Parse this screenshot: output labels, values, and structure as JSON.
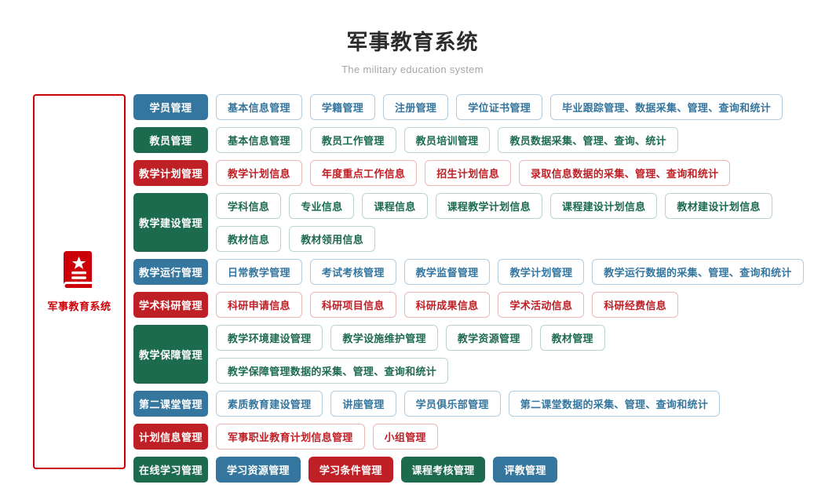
{
  "header": {
    "title": "军事教育系统",
    "subtitle": "The military education system"
  },
  "sidebar": {
    "icon": "book-star-icon",
    "label": "军事教育系统",
    "border_color": "#cc0008"
  },
  "colors": {
    "blue": "#35769f",
    "green": "#1d6b4f",
    "red": "#bf2026"
  },
  "rows": [
    {
      "label": "学员管理",
      "color": "blue",
      "style": "outline",
      "items": [
        "基本信息管理",
        "学籍管理",
        "注册管理",
        "学位证书管理",
        "毕业跟踪管理、数据采集、管理、查询和统计"
      ]
    },
    {
      "label": "教员管理",
      "color": "green",
      "style": "outline",
      "items": [
        "基本信息管理",
        "教员工作管理",
        "教员培训管理",
        "教员数据采集、管理、查询、统计"
      ]
    },
    {
      "label": "教学计划管理",
      "color": "red",
      "style": "outline",
      "items": [
        "教学计划信息",
        "年度重点工作信息",
        "招生计划信息",
        "录取信息数据的采集、管理、查询和统计"
      ]
    },
    {
      "label": "教学建设管理",
      "color": "green",
      "style": "outline",
      "items": [
        "学科信息",
        "专业信息",
        "课程信息",
        "课程教学计划信息",
        "课程建设计划信息",
        "教材建设计划信息",
        "教材信息",
        "教材领用信息"
      ]
    },
    {
      "label": "教学运行管理",
      "color": "blue",
      "style": "outline",
      "items": [
        "日常教学管理",
        "考试考核管理",
        "教学监督管理",
        "教学计划管理",
        "教学运行数据的采集、管理、查询和统计"
      ]
    },
    {
      "label": "学术科研管理",
      "color": "red",
      "style": "outline",
      "items": [
        "科研申请信息",
        "科研项目信息",
        "科研成果信息",
        "学术活动信息",
        "科研经费信息"
      ]
    },
    {
      "label": "教学保障管理",
      "color": "green",
      "style": "outline",
      "items": [
        "教学环境建设管理",
        "教学设施维护管理",
        "教学资源管理",
        "教材管理",
        "教学保障管理数据的采集、管理、查询和统计"
      ]
    },
    {
      "label": "第二课堂管理",
      "color": "blue",
      "style": "outline",
      "items": [
        "素质教育建设管理",
        "讲座管理",
        "学员俱乐部管理",
        "第二课堂数据的采集、管理、查询和统计"
      ]
    },
    {
      "label": "计划信息管理",
      "color": "red",
      "style": "outline",
      "items": [
        "军事职业教育计划信息管理",
        "小组管理"
      ]
    },
    {
      "label": "在线学习管理",
      "color": "green",
      "style": "solid",
      "items": [
        "学习资源管理",
        "学习条件管理",
        "课程考核管理",
        "评教管理"
      ],
      "item_colors": [
        "blue",
        "red",
        "green",
        "blue"
      ]
    }
  ]
}
